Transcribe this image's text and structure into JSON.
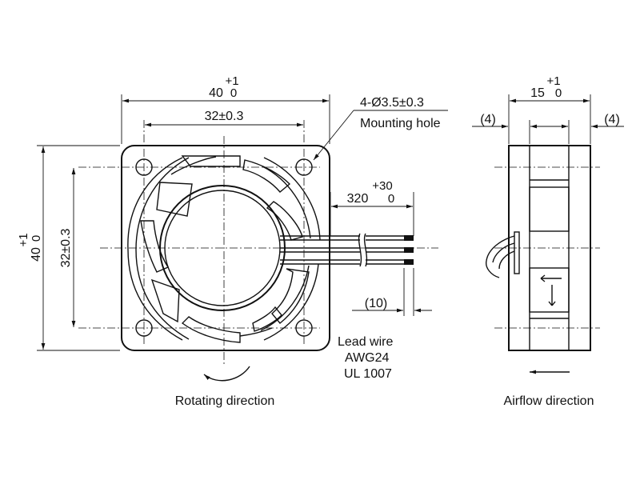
{
  "colors": {
    "line": "#111111",
    "background": "#ffffff"
  },
  "front_view": {
    "width_dim": {
      "tol_upper": "+1",
      "nominal": "40",
      "tol_lower": "0"
    },
    "hole_pitch_dim": "32±0.3",
    "height_dim": {
      "tol_upper": "+1",
      "nominal": "40",
      "tol_lower": "0"
    },
    "hole_pitch_vertical_dim": "32±0.3",
    "mounting_hole": {
      "spec": "4-Ø3.5±0.3",
      "label": "Mounting hole"
    },
    "lead_length_dim": {
      "tol_upper": "+30",
      "nominal": "320",
      "tol_lower": "0"
    },
    "strip_length_dim": "(10)",
    "lead_wire": {
      "line1": "Lead wire",
      "line2": "AWG24",
      "line3": "UL 1007"
    },
    "rotation_arrow_icon": "curved-arrow-clockwise",
    "caption": "Rotating direction"
  },
  "side_view": {
    "depth_dim": {
      "tol_upper": "+1",
      "nominal": "15",
      "tol_lower": "0"
    },
    "flange_left": "(4)",
    "flange_right": "(4)",
    "airflow_arrow_icon": "arrow-left",
    "caption": "Airflow direction"
  }
}
